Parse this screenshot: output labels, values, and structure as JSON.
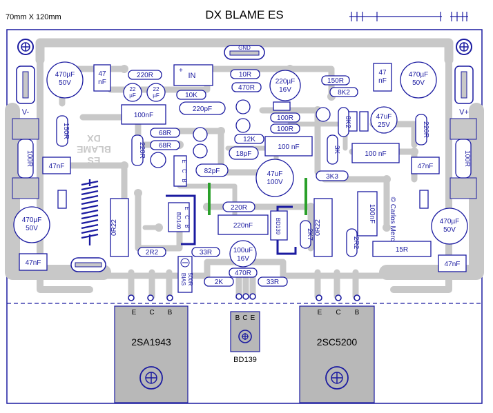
{
  "header": {
    "size_label": "70mm X 120mm",
    "title": "DX BLAME ES"
  },
  "board_logo": [
    "DX",
    "BLAME",
    "ES"
  ],
  "copyright": "© Carlos Mercado",
  "pad_labels": {
    "gnd": "GND",
    "input": "IN",
    "input_plus": "+",
    "v_minus": "V-",
    "v_plus": "V+"
  },
  "components": {
    "c_470_tl": [
      "470µF",
      "50V"
    ],
    "c_47n_tl": [
      "47",
      "nF"
    ],
    "r_220r_top": "220R",
    "c_22u_a": [
      "22",
      "µF"
    ],
    "c_22u_b": [
      "22",
      "µF"
    ],
    "c_100n_left": "100nF",
    "r_10k": "10K",
    "c_220p": "220pF",
    "r_10r": "10R",
    "r_470r_top": "470R",
    "c_220u": [
      "220µF",
      "16V"
    ],
    "r_150r_top": "150R",
    "r_8k2_top": "8K2",
    "c_47n_tr": [
      "47",
      "nF"
    ],
    "c_470_tr": [
      "470µF",
      "50V"
    ],
    "r_150r_left": "150R",
    "r_68r_a": "68R",
    "r_68r_b": "68R",
    "r_220r_vert": "220R",
    "r_100r_a": "100R",
    "r_100r_b": "100R",
    "r_12k": "12K",
    "c_18p": "18pF",
    "c_100n_mid": "100 nF",
    "r_8k2_vert": "8K2",
    "c_47u_25": [
      "47uF",
      "25V"
    ],
    "r_3k": "3K",
    "c_100n_right": "100 nF",
    "r_220r_right": "220R",
    "r_100r_left": "100R",
    "c_47n_left": "47nF",
    "q_ecb": [
      "E",
      "C",
      "B"
    ],
    "c_82p": "82pF",
    "c_47u_100": [
      "47uF",
      "100V"
    ],
    "r_3k3": "3K3",
    "r_100r_right": "100R",
    "c_47n_right": "47nF",
    "r_0r22_left": "0R22",
    "bd140_label": "BD140",
    "bd140_pins": [
      "E",
      "C",
      "B"
    ],
    "r_220r_mid": "220R",
    "c_220n": "220nF",
    "bd139_label": "BD139",
    "bd139_pins": [
      "E",
      "C",
      "B"
    ],
    "r_2k7": "2K7",
    "r_0r22_right": "0R22",
    "c_100n_vert": "100nF",
    "c_470_bl": [
      "470µF",
      "50V"
    ],
    "c_470_br": [
      "470µF",
      "50V"
    ],
    "r_2r2_h": "2R2",
    "r_33r_a": "33R",
    "c_100u": [
      "100uF",
      "16V"
    ],
    "r_2r2_v": "2R2",
    "r_15r": "15R",
    "c_47n_bl": "47nF",
    "c_47n_br": "47nF",
    "bias_label": [
      "BIAS",
      "500R"
    ],
    "r_470r_bottom": "470R",
    "r_2k": "2K",
    "r_33r_b": "33R"
  },
  "transistors": {
    "left": {
      "label": "2SA1943",
      "pins": [
        "E",
        "C",
        "B"
      ]
    },
    "middle": {
      "label": "BD139",
      "pins": [
        "B",
        "C",
        "E"
      ]
    },
    "right": {
      "label": "2SC5200",
      "pins": [
        "E",
        "C",
        "B"
      ]
    }
  }
}
